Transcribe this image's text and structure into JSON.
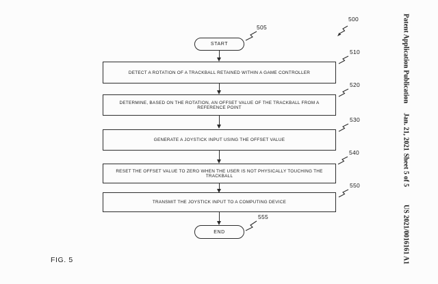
{
  "header": {
    "publication": "Patent Application Publication",
    "date": "Jan. 21, 2021",
    "sheet": "Sheet 5 of 5",
    "doc_number": "US 2021/0016161 A1"
  },
  "figure": {
    "label": "FIG. 5",
    "ref": "500"
  },
  "flowchart": {
    "start": {
      "label": "START",
      "ref": "505"
    },
    "end": {
      "label": "END",
      "ref": "555"
    },
    "steps": [
      {
        "ref": "510",
        "text": "DETECT A ROTATION OF A TRACKBALL RETAINED WITHIN A GAME CONTROLLER"
      },
      {
        "ref": "520",
        "text": "DETERMINE, BASED ON THE ROTATION, AN OFFSET VALUE OF THE TRACKBALL FROM A REFERENCE POINT"
      },
      {
        "ref": "530",
        "text": "GENERATE A JOYSTICK INPUT USING THE OFFSET VALUE"
      },
      {
        "ref": "540",
        "text": "RESET THE OFFSET VALUE TO ZERO WHEN THE USER IS NOT PHYSICALLY TOUCHING THE TRACKBALL"
      },
      {
        "ref": "550",
        "text": "TRANSMIT THE JOYSTICK INPUT TO A COMPUTING DEVICE"
      }
    ]
  },
  "colors": {
    "ink": "#2b2b2b",
    "background": "#fcfcfc"
  }
}
